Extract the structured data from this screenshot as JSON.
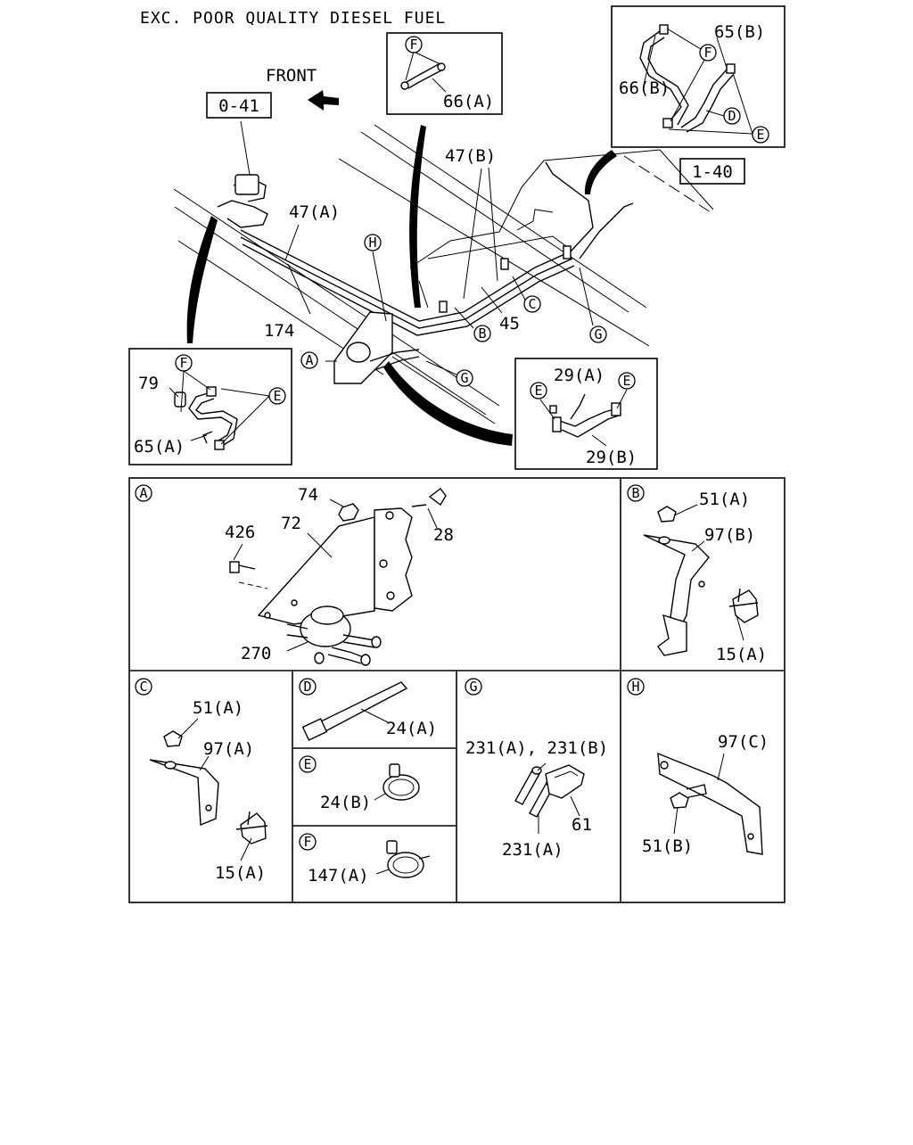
{
  "header": {
    "title": "EXC. POOR QUALITY DIESEL FUEL",
    "front_label": "FRONT"
  },
  "refs": {
    "ref_a": "0-41",
    "ref_b": "1-40"
  },
  "main_labels": {
    "l_47a": "47(A)",
    "l_47b": "47(B)",
    "l_174": "174",
    "l_45": "45",
    "c_a": "A",
    "c_b": "B",
    "c_c": "C",
    "c_g1": "G",
    "c_g2": "G",
    "c_h": "H"
  },
  "inset_66a": {
    "c_f": "F",
    "part": "66(A)"
  },
  "inset_65b": {
    "p65b": "65(B)",
    "p66b": "66(B)",
    "c_f": "F",
    "c_d": "D",
    "c_e": "E"
  },
  "inset_65a": {
    "c_f": "F",
    "c_e": "E",
    "p79": "79",
    "p65a": "65(A)"
  },
  "inset_29": {
    "c_e1": "E",
    "c_e2": "E",
    "p29a": "29(A)",
    "p29b": "29(B)"
  },
  "cell_a": {
    "tag": "A",
    "p74": "74",
    "p72": "72",
    "p426": "426",
    "p28": "28",
    "p270": "270"
  },
  "cell_b": {
    "tag": "B",
    "p51a": "51(A)",
    "p97b": "97(B)",
    "p15a": "15(A)"
  },
  "cell_c": {
    "tag": "C",
    "p51a": "51(A)",
    "p97a": "97(A)",
    "p15a": "15(A)"
  },
  "cell_d": {
    "tag": "D",
    "p24a": "24(A)"
  },
  "cell_e": {
    "tag": "E",
    "p24b": "24(B)"
  },
  "cell_f": {
    "tag": "F",
    "p147a": "147(A)"
  },
  "cell_g": {
    "tag": "G",
    "p231ab": "231(A), 231(B)",
    "p61": "61",
    "p231a": "231(A)"
  },
  "cell_h": {
    "tag": "H",
    "p97c": "97(C)",
    "p51b": "51(B)"
  }
}
